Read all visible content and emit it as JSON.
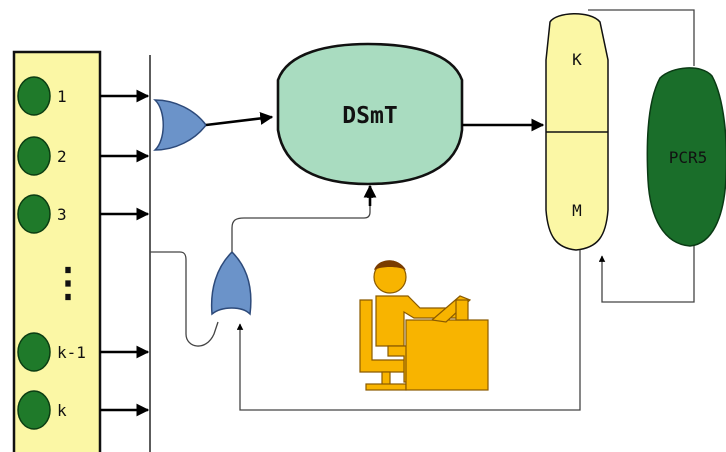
{
  "sources": {
    "labels": [
      "1",
      "2",
      "3",
      "k-1",
      "k"
    ],
    "ellipsis": "⋮"
  },
  "fusion": {
    "label": "DSmT"
  },
  "memory": {
    "top_label": "K",
    "bottom_label": "M"
  },
  "pcr": {
    "label": "PCR5"
  },
  "colors": {
    "source_panel": "#fbf7a5",
    "source_node": "#1f7a2a",
    "dsmt_fill": "#a9dcc0",
    "memory_fill": "#fbf7a5",
    "pcr_fill": "#1a6e2a",
    "gate_fill": "#6b93c9",
    "operator": "#f8b400"
  },
  "icons": {
    "gate_top": "or-gate-icon",
    "gate_bottom": "or-gate-icon",
    "operator": "human-operator-icon"
  }
}
